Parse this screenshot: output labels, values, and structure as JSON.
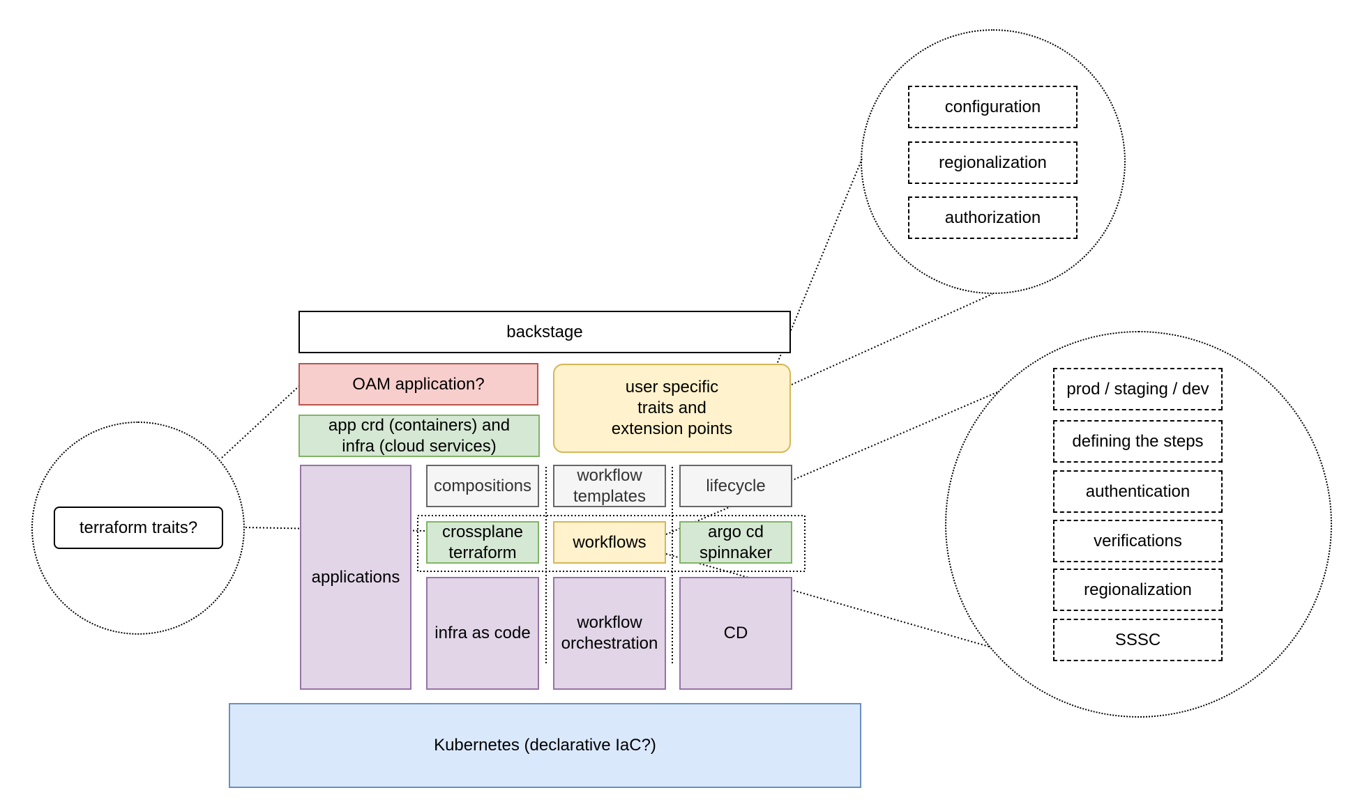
{
  "diagram": {
    "top": {
      "backstage": "backstage"
    },
    "middle": {
      "oam": "OAM application?",
      "app_crd": "app crd (containers) and\ninfra (cloud services)",
      "user_traits": "user specific\ntraits and\nextension points"
    },
    "grid": {
      "applications": "applications",
      "compositions": "compositions",
      "workflow_templates": "workflow\ntemplates",
      "lifecycle": "lifecycle",
      "crossplane": "crossplane\nterraform",
      "workflows": "workflows",
      "argo": "argo cd\nspinnaker",
      "infra_as_code": "infra as code",
      "workflow_orchestration": "workflow\norchestration",
      "cd": "CD"
    },
    "base": {
      "kubernetes": "Kubernetes (declarative IaC?)"
    },
    "left_bubble": {
      "terraform_traits": "terraform traits?"
    },
    "top_bubble": {
      "items": [
        "configuration",
        "regionalization",
        "authorization"
      ]
    },
    "right_bubble": {
      "items": [
        "prod / staging / dev",
        "defining the steps",
        "authentication",
        "verifications",
        "regionalization",
        "SSSC"
      ]
    }
  },
  "colors": {
    "red_fill": "#f8cecc",
    "green_fill": "#d5e8d4",
    "purple_fill": "#e1d5e7",
    "yellow_fill": "#fff2cc",
    "grey_fill": "#f5f5f5",
    "blue_fill": "#dae8fc"
  }
}
